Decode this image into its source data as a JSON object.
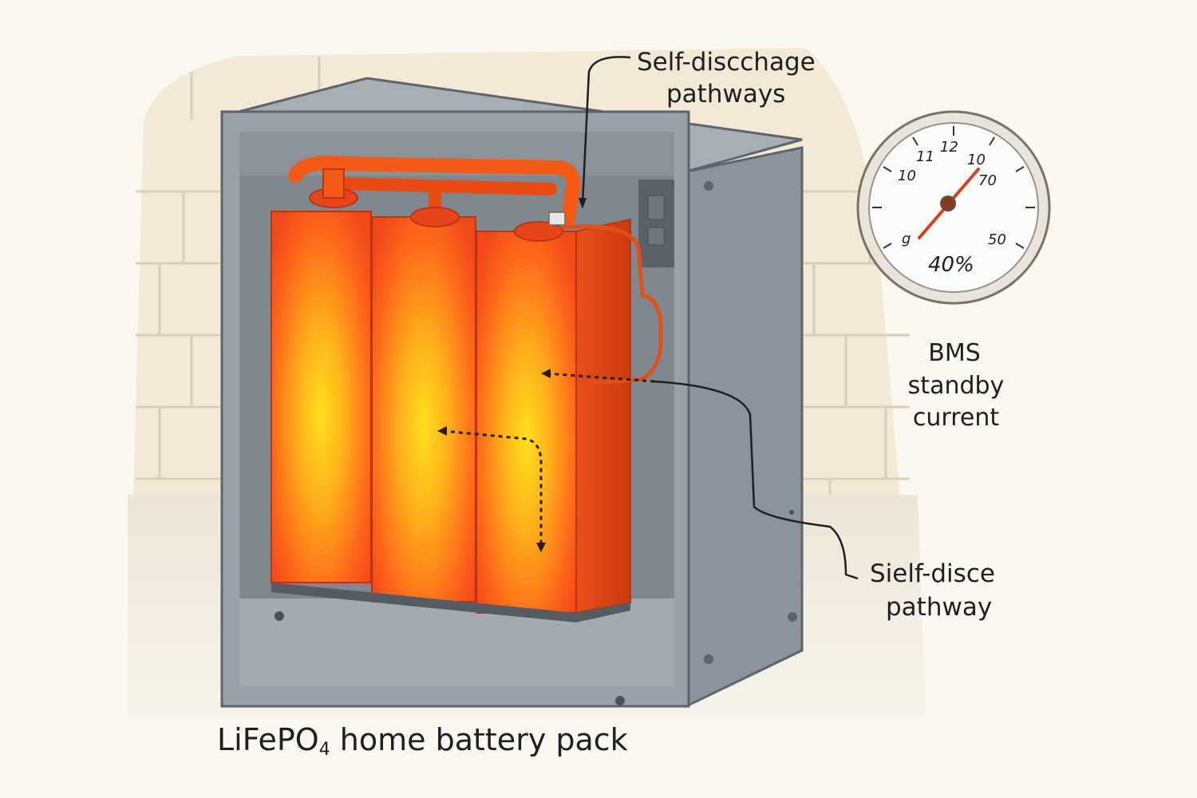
{
  "labels": {
    "top_callout_line1": "Self-discchage",
    "top_callout_line2": "pathways",
    "bms_line1": "BMS",
    "bms_line2": "standby",
    "bms_line3": "current",
    "bottom_callout_line1": "Sielf-disce",
    "bottom_callout_line2": "pathway",
    "caption_main": "LiFePO",
    "caption_sub": "4",
    "caption_rest": " home battery pack"
  },
  "gauge": {
    "ticks": [
      "10",
      "11",
      "12",
      "10",
      "70",
      "g",
      "50"
    ],
    "readout": "40%"
  },
  "colors": {
    "wall": "#f3ead8",
    "mortar": "#d8cdb6",
    "cabinet": "#8c949d",
    "cabinet_dark": "#6f7780",
    "cell_hot": "#ff7a1a",
    "cell_core": "#ffd21a",
    "busbar": "#f25a16",
    "ink": "#1d1f22"
  }
}
